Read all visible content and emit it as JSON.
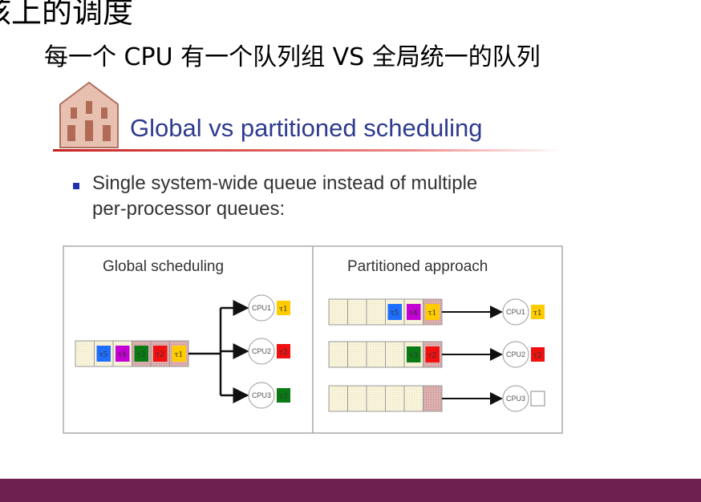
{
  "heading": "核上的调度",
  "subtitle": "每一个 CPU 有一个队列组 VS 全局统一的队列",
  "slide": {
    "title": "Global vs partitioned scheduling",
    "bullet_line1": "Single system-wide queue instead of multiple",
    "bullet_line2": "per-processor queues:"
  },
  "diagram": {
    "global_label": "Global scheduling",
    "partitioned_label": "Partitioned approach",
    "global_queue": [
      {
        "task": "",
        "color": ""
      },
      {
        "task": "τ5",
        "color": "#1f6fff"
      },
      {
        "task": "τ4",
        "color": "#c400d4"
      },
      {
        "task": "τ3",
        "color": "#0a7a14"
      },
      {
        "task": "τ2",
        "color": "#f01010"
      },
      {
        "task": "τ1",
        "color": "#ffcc00"
      }
    ],
    "global_cpus": [
      {
        "name": "CPU1",
        "task": "τ1",
        "color": "#ffcc00"
      },
      {
        "name": "CPU2",
        "task": "τ2",
        "color": "#f01010"
      },
      {
        "name": "CPU3",
        "task": "τ3",
        "color": "#0a7a14"
      }
    ],
    "partitioned_queues": [
      {
        "cpu": "CPU1",
        "running": "τ1",
        "running_color": "#ffcc00",
        "cells": [
          {
            "task": "",
            "color": ""
          },
          {
            "task": "",
            "color": ""
          },
          {
            "task": "",
            "color": ""
          },
          {
            "task": "τ5",
            "color": "#1f6fff"
          },
          {
            "task": "τ4",
            "color": "#c400d4"
          },
          {
            "task": "τ1",
            "color": "#ffcc00"
          }
        ]
      },
      {
        "cpu": "CPU2",
        "running": "τ2",
        "running_color": "#f01010",
        "cells": [
          {
            "task": "",
            "color": ""
          },
          {
            "task": "",
            "color": ""
          },
          {
            "task": "",
            "color": ""
          },
          {
            "task": "",
            "color": ""
          },
          {
            "task": "τ3",
            "color": "#0a7a14"
          },
          {
            "task": "τ2",
            "color": "#f01010"
          }
        ]
      },
      {
        "cpu": "CPU3",
        "running": "",
        "running_color": "",
        "cells": [
          {
            "task": "",
            "color": ""
          },
          {
            "task": "",
            "color": ""
          },
          {
            "task": "",
            "color": ""
          },
          {
            "task": "",
            "color": ""
          },
          {
            "task": "",
            "color": ""
          },
          {
            "task": "",
            "color": ""
          }
        ]
      }
    ]
  },
  "colors": {
    "bar": "#6e2150",
    "title": "#2e3b8f",
    "queue_cell": "#f8f4dc",
    "queue_head": "#ddb0b0"
  }
}
